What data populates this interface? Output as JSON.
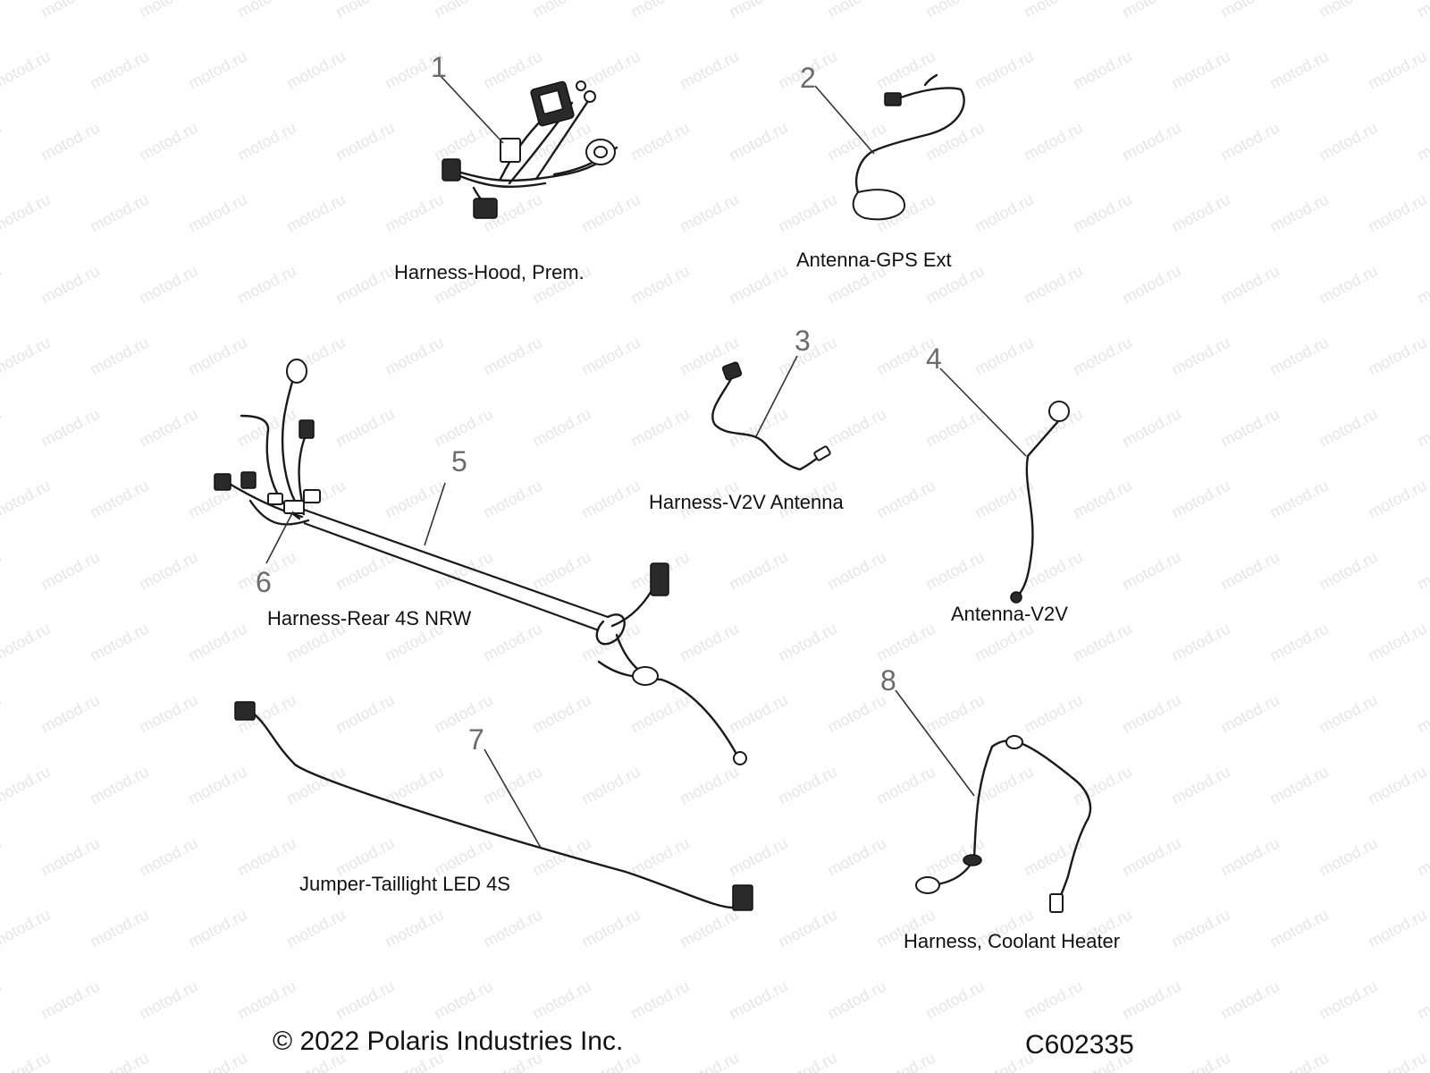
{
  "watermark": "motod.ru",
  "parts": [
    {
      "callout": "1",
      "label": "Harness-Hood, Prem."
    },
    {
      "callout": "2",
      "label": "Antenna-GPS Ext"
    },
    {
      "callout": "3",
      "label": "Harness-V2V Antenna"
    },
    {
      "callout": "4",
      "label": "Antenna-V2V"
    },
    {
      "callout": "5",
      "label": "Harness-Rear 4S NRW"
    },
    {
      "callout": "6",
      "label": ""
    },
    {
      "callout": "7",
      "label": "Jumper-Taillight LED 4S"
    },
    {
      "callout": "8",
      "label": "Harness, Coolant Heater"
    }
  ],
  "footer": {
    "copyright": "© 2022 Polaris Industries Inc.",
    "diagram_code": "C602335"
  }
}
